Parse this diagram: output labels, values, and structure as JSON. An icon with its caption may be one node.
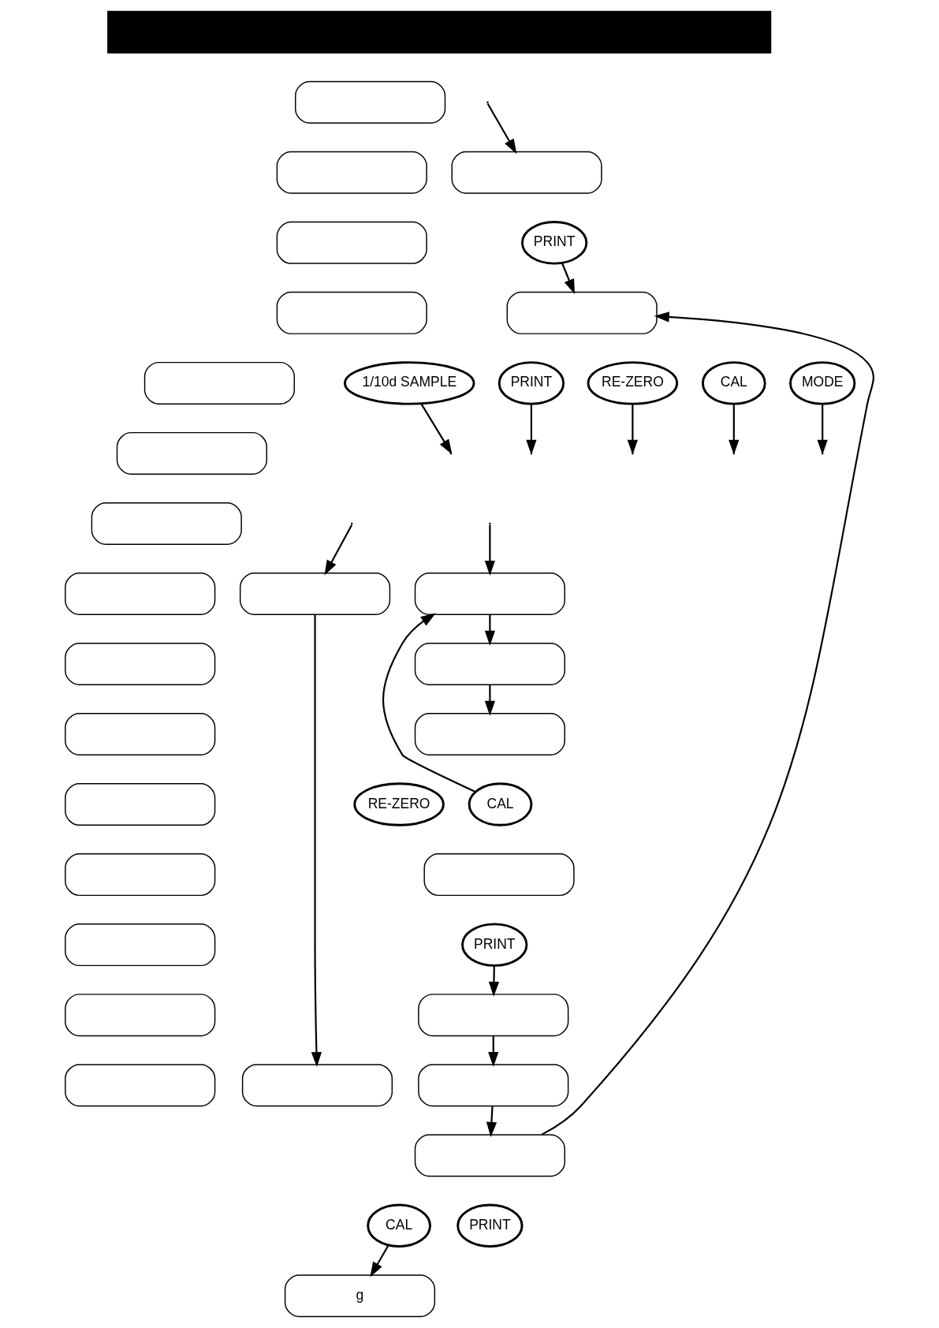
{
  "diagram": {
    "nodes": [
      {
        "text": [],
        "shape": "bar"
      },
      {
        "text": [],
        "shape": "box"
      },
      {
        "text": [],
        "shape": "box"
      },
      {
        "text": [],
        "shape": "box"
      },
      {
        "text": [],
        "shape": "box"
      },
      {
        "text": [],
        "shape": "box"
      },
      {
        "text": [],
        "shape": "box"
      },
      {
        "text": [],
        "shape": "box"
      },
      {
        "text": [],
        "shape": "box"
      },
      {
        "text": [],
        "shape": "box"
      },
      {
        "text": [],
        "shape": "box"
      },
      {
        "text": [],
        "shape": "box"
      },
      {
        "text": [],
        "shape": "box"
      },
      {
        "text": [],
        "shape": "box"
      },
      {
        "text": [],
        "shape": "box"
      },
      {
        "text": [],
        "shape": "box"
      },
      {
        "text": [],
        "shape": "box"
      },
      {
        "text": [
          "PRINT"
        ]
      },
      {
        "text": [],
        "shape": "box"
      },
      {
        "text": [
          "CAL"
        ]
      },
      {
        "text": [
          "MODE"
        ]
      },
      {
        "text": [
          "1/10d SAMPLE"
        ]
      },
      {
        "text": [
          "PRINT"
        ]
      },
      {
        "text": [
          "RE-ZERO"
        ]
      },
      {
        "text": [],
        "shape": "box"
      },
      {
        "text": [],
        "shape": "box"
      },
      {
        "text": [],
        "shape": "box"
      },
      {
        "text": [],
        "shape": "box"
      },
      {
        "text": [
          "CAL"
        ]
      },
      {
        "text": [
          "RE-ZERO"
        ]
      },
      {
        "text": [],
        "shape": "box"
      },
      {
        "text": [
          "PRINT"
        ]
      },
      {
        "text": [],
        "shape": "box"
      },
      {
        "text": [],
        "shape": "box"
      },
      {
        "text": [],
        "shape": "box"
      },
      {
        "text": [],
        "shape": "box"
      },
      {
        "text": [
          "PRINT"
        ]
      },
      {
        "text": [
          "CAL"
        ]
      },
      {
        "text": [
          "g"
        ]
      }
    ],
    "edges": [
      {
        "from": null,
        "to": 16,
        "arrow": "to"
      },
      {
        "from": 17,
        "to": 18,
        "arrow": "to"
      },
      {
        "from": 19,
        "to": null,
        "arrow": "to"
      },
      {
        "from": 20,
        "to": null,
        "arrow": "to"
      },
      {
        "from": 21,
        "to": null,
        "arrow": "to"
      },
      {
        "from": 22,
        "to": null,
        "arrow": "to"
      },
      {
        "from": 23,
        "to": null,
        "arrow": "to"
      },
      {
        "from": null,
        "to": 24,
        "arrow": "to"
      },
      {
        "from": null,
        "to": 25,
        "arrow": "to"
      },
      {
        "from": 28,
        "to": 24,
        "arrow": "to"
      },
      {
        "from": 24,
        "to": 26,
        "arrow": "to"
      },
      {
        "from": 26,
        "to": 27,
        "arrow": "to"
      },
      {
        "from": 31,
        "to": 32,
        "arrow": "to"
      },
      {
        "from": 32,
        "to": 33,
        "arrow": "to"
      },
      {
        "from": 33,
        "to": 35,
        "arrow": "to"
      },
      {
        "from": 35,
        "to": 18,
        "arrow": "to"
      },
      {
        "from": 25,
        "to": 34,
        "arrow": "to"
      },
      {
        "from": 37,
        "to": 38,
        "arrow": "to"
      }
    ]
  }
}
